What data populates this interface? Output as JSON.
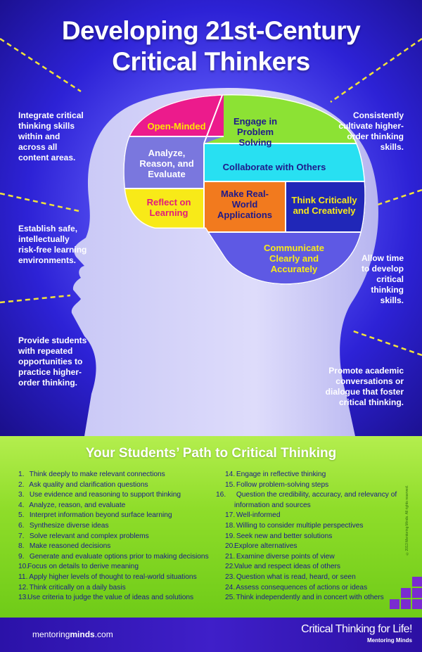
{
  "title": {
    "line1": "Developing 21st-Century",
    "line2": "Critical Thinkers"
  },
  "brain_segments": [
    {
      "label": "Open-Minded",
      "color": "#ec1b8c",
      "text_color": "#ffe600"
    },
    {
      "label": "Engage in Problem Solving",
      "color": "#8ce234",
      "text_color": "#1e1a8a"
    },
    {
      "label": "Analyze, Reason, and Evaluate",
      "color": "#7a77de",
      "text_color": "#ffffff"
    },
    {
      "label": "Collaborate with Others",
      "color": "#28e0f2",
      "text_color": "#1e1a8a"
    },
    {
      "label": "Reflect on Learning",
      "color": "#f8ea18",
      "text_color": "#e11b7c"
    },
    {
      "label": "Make Real-World Applications",
      "color": "#f27a1e",
      "text_color": "#1e1a8a"
    },
    {
      "label": "Think Critically and Creatively",
      "color": "#2027b8",
      "text_color": "#f8ea18"
    },
    {
      "label": "Communicate Clearly and Accurately",
      "color": "#5e59e4",
      "text_color": "#f8ea18"
    }
  ],
  "side_notes": {
    "left": [
      "Integrate critical thinking skills within and across all content areas.",
      "Establish safe, intellectually risk-free learning environments.",
      "Provide students with repeated opportunities to practice higher-order thinking."
    ],
    "right": [
      "Consistently cultivate higher-order thinking skills.",
      "Allow time to develop critical thinking skills.",
      "Promote academic conversations or dialogue that foster critical thinking."
    ]
  },
  "path": {
    "title": "Your Students’ Path to Critical Thinking",
    "items": [
      "Think deeply to make relevant connections",
      "Ask quality and clarification questions",
      "Use evidence and reasoning to support thinking",
      "Analyze, reason, and evaluate",
      "Interpret information beyond surface learning",
      "Synthesize diverse ideas",
      "Solve relevant and complex problems",
      "Make reasoned decisions",
      "Generate and evaluate options prior to making decisions",
      "Focus on details to derive meaning",
      "Apply higher levels of thought to real-world situations",
      "Think critically on a daily basis",
      "Use criteria to judge the value of ideas and solutions",
      "Engage in reflective thinking",
      "Follow problem-solving steps",
      "Question the credibility, accuracy, and relevancy of information and sources",
      "Well-informed",
      "Willing to consider multiple perspectives",
      "Seek new and better solutions",
      "Explore alternatives",
      "Examine diverse points of view",
      "Value and respect ideas of others",
      "Question what is read, heard, or seen",
      "Assess consequences of actions or ideas",
      "Think independently and in concert with others"
    ],
    "copyright": "©2013 Mentoring Minds. All rights reserved."
  },
  "footer": {
    "url_prefix": "mentoring",
    "url_bold": "minds",
    "url_suffix": ".com",
    "slogan": "Critical Thinking for Life!",
    "brand": "Mentoring Minds"
  }
}
